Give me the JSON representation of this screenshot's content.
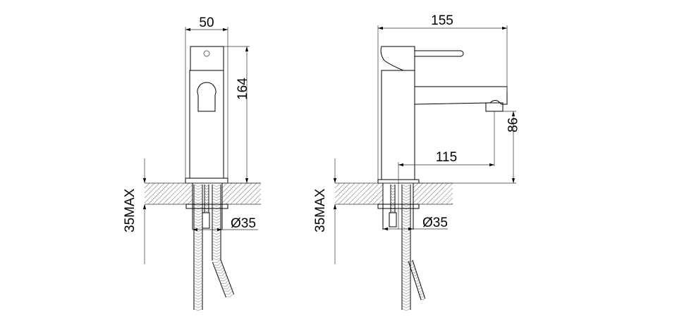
{
  "front_view": {
    "width_label": "50",
    "height_label": "164",
    "hole_diameter_label": "Ø35",
    "counter_thickness_label": "35MAX"
  },
  "side_view": {
    "length_label": "155",
    "reach_label": "115",
    "spout_height_label": "86",
    "hole_diameter_label": "Ø35",
    "counter_thickness_label": "35MAX"
  }
}
